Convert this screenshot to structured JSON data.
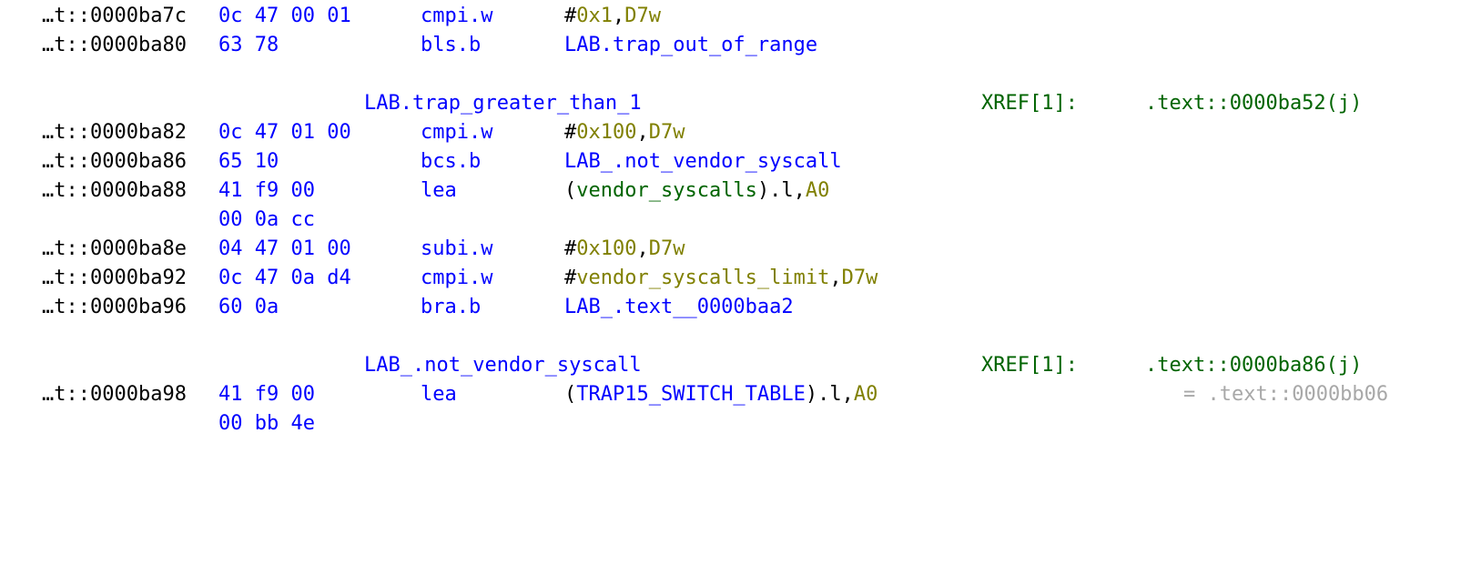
{
  "colors": {
    "address": "#000000",
    "bytes": "#0000ff",
    "mnemonic": "#0000ff",
    "label": "#0000ff",
    "register": "#808000",
    "symbol": "#006400",
    "xref": "#006400",
    "reference": "#a8a8a8"
  },
  "rows": [
    {
      "address": "…t::0000ba7c",
      "bytes": "0c 47 00 01",
      "mnemonic": "cmpi.w",
      "operands": [
        "#",
        "0x1",
        ",",
        "D7w"
      ]
    },
    {
      "address": "…t::0000ba80",
      "bytes": "63 78",
      "mnemonic": "bls.b",
      "operands": [
        "LAB.trap_out_of_range"
      ]
    },
    {
      "label": "LAB.trap_greater_than_1",
      "xref_label": "XREF[1]:",
      "xref_target": ".text::0000ba52(j)"
    },
    {
      "address": "…t::0000ba82",
      "bytes": "0c 47 01 00",
      "mnemonic": "cmpi.w",
      "operands": [
        "#",
        "0x100",
        ",",
        "D7w"
      ]
    },
    {
      "address": "…t::0000ba86",
      "bytes": "65 10",
      "mnemonic": "bcs.b",
      "operands": [
        "LAB_.not_vendor_syscall"
      ]
    },
    {
      "address": "…t::0000ba88",
      "bytes": "41 f9 00",
      "mnemonic": "lea",
      "operands": [
        "(",
        "vendor_syscalls",
        ").l,",
        "A0"
      ]
    },
    {
      "bytes": "00 0a cc"
    },
    {
      "address": "…t::0000ba8e",
      "bytes": "04 47 01 00",
      "mnemonic": "subi.w",
      "operands": [
        "#",
        "0x100",
        ",",
        "D7w"
      ]
    },
    {
      "address": "…t::0000ba92",
      "bytes": "0c 47 0a d4",
      "mnemonic": "cmpi.w",
      "operands": [
        "#",
        "vendor_syscalls_limit",
        ",",
        "D7w"
      ]
    },
    {
      "address": "…t::0000ba96",
      "bytes": "60 0a",
      "mnemonic": "bra.b",
      "operands": [
        "LAB_.text__0000baa2"
      ]
    },
    {
      "label": "LAB_.not_vendor_syscall",
      "xref_label": "XREF[1]:",
      "xref_target": ".text::0000ba86(j)"
    },
    {
      "address": "…t::0000ba98",
      "bytes": "41 f9 00",
      "mnemonic": "lea",
      "operands": [
        "(",
        "TRAP15_SWITCH_TABLE",
        ").l,",
        "A0"
      ],
      "reference": "= .text::0000bb06"
    },
    {
      "bytes": "00 bb 4e"
    }
  ]
}
